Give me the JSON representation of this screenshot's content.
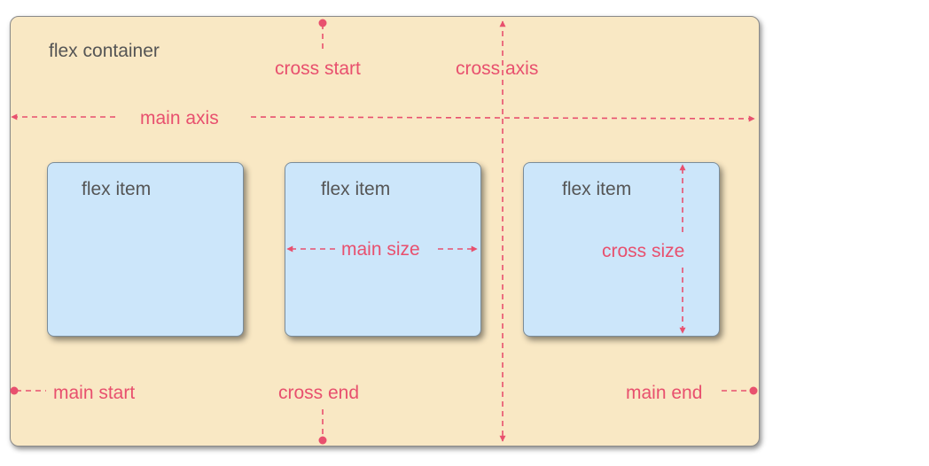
{
  "diagram": {
    "container_label": "flex container",
    "items": [
      {
        "label": "flex item"
      },
      {
        "label": "flex item"
      },
      {
        "label": "flex item"
      }
    ],
    "labels": {
      "cross_start": "cross start",
      "cross_axis": "cross axis",
      "main_axis": "main axis",
      "main_size": "main size",
      "cross_size": "cross size",
      "main_start": "main start",
      "cross_end": "cross end",
      "main_end": "main end"
    },
    "colors": {
      "container_fill": "#f9e8c4",
      "item_fill": "#cce6fa",
      "annotation": "#e8506e",
      "text": "#555555"
    }
  }
}
